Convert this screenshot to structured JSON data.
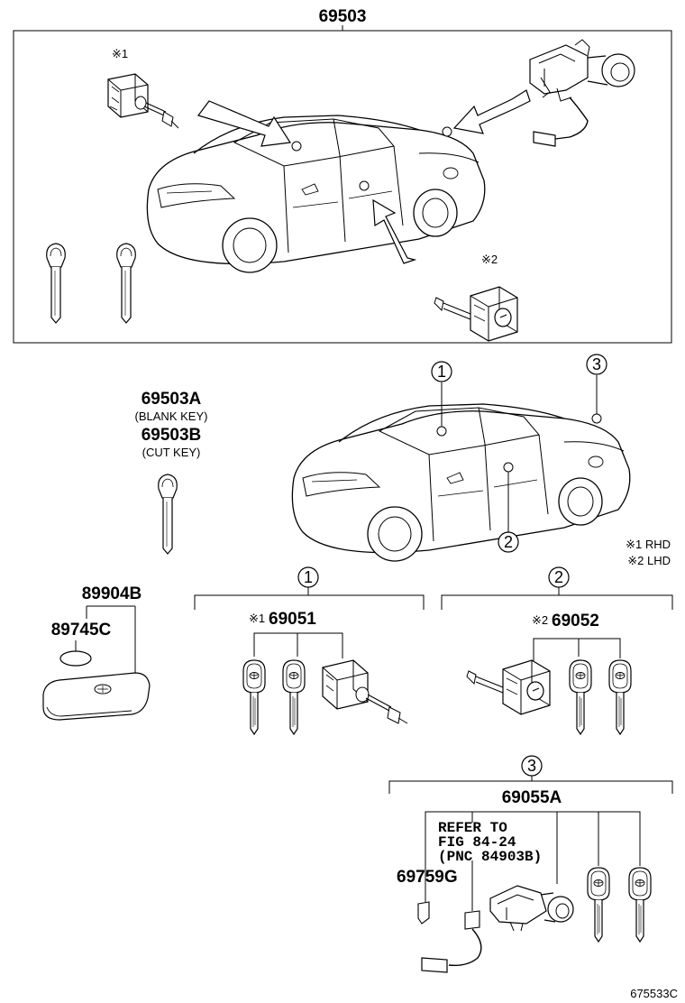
{
  "parts": {
    "kit_top": "69503",
    "blank_key_pn": "69503A",
    "blank_key_desc": "(BLANK KEY)",
    "cut_key_pn": "69503B",
    "cut_key_desc": "(CUT KEY)",
    "transmitter": "89904B",
    "battery": "89745C",
    "door_lock_set_1": "69051",
    "door_lock_set_2": "69052",
    "ignition_set_3": "69055A",
    "part_69759": "69759G"
  },
  "refer": {
    "line1": "REFER TO",
    "line2": "FIG 84-24",
    "line3": "(PNC 84903B)"
  },
  "marks": {
    "note1": "※1",
    "note2": "※2",
    "note1_small": "※1",
    "note2_small": "※2",
    "circle1": "1",
    "circle2": "2",
    "circle3": "3"
  },
  "legend": {
    "rhd": "※1 RHD",
    "lhd": "※2 LHD"
  },
  "footer": {
    "figure_code": "675533C"
  }
}
